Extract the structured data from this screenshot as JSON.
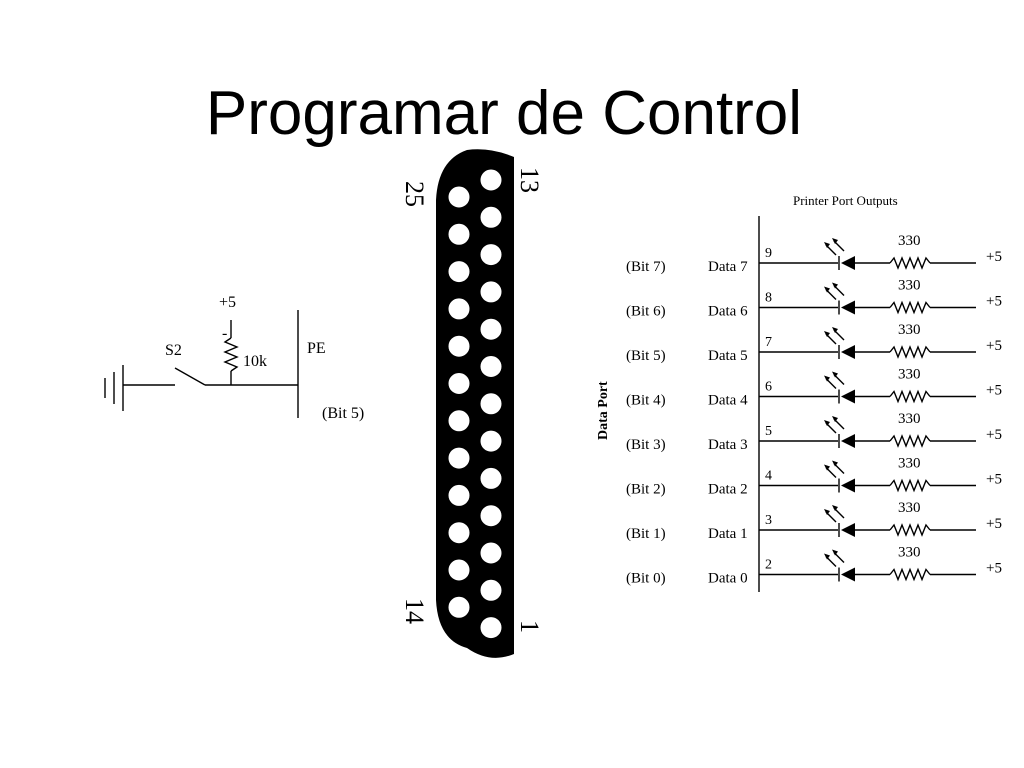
{
  "title": "Programar de Control",
  "connector": {
    "top_pin": "13",
    "top_left_pin": "25",
    "bottom_left_pin": "14",
    "bottom_pin": "1"
  },
  "switch_circuit": {
    "supply": "+5",
    "dash": "-",
    "switch": "S2",
    "resistor": "10k",
    "signal": "PE",
    "bit": "(Bit 5)"
  },
  "outputs": {
    "heading": "Printer Port Outputs",
    "port_label": "Data Port",
    "rows": [
      {
        "bit": "(Bit 7)",
        "data": "Data 7",
        "pin": "9",
        "resistor": "330",
        "supply": "+5"
      },
      {
        "bit": "(Bit 6)",
        "data": "Data 6",
        "pin": "8",
        "resistor": "330",
        "supply": "+5"
      },
      {
        "bit": "(Bit 5)",
        "data": "Data 5",
        "pin": "7",
        "resistor": "330",
        "supply": "+5"
      },
      {
        "bit": "(Bit 4)",
        "data": "Data 4",
        "pin": "6",
        "resistor": "330",
        "supply": "+5"
      },
      {
        "bit": "(Bit 3)",
        "data": "Data 3",
        "pin": "5",
        "resistor": "330",
        "supply": "+5"
      },
      {
        "bit": "(Bit 2)",
        "data": "Data 2",
        "pin": "4",
        "resistor": "330",
        "supply": "+5"
      },
      {
        "bit": "(Bit 1)",
        "data": "Data 1",
        "pin": "3",
        "resistor": "330",
        "supply": "+5"
      },
      {
        "bit": "(Bit 0)",
        "data": "Data 0",
        "pin": "2",
        "resistor": "330",
        "supply": "+5"
      }
    ]
  }
}
